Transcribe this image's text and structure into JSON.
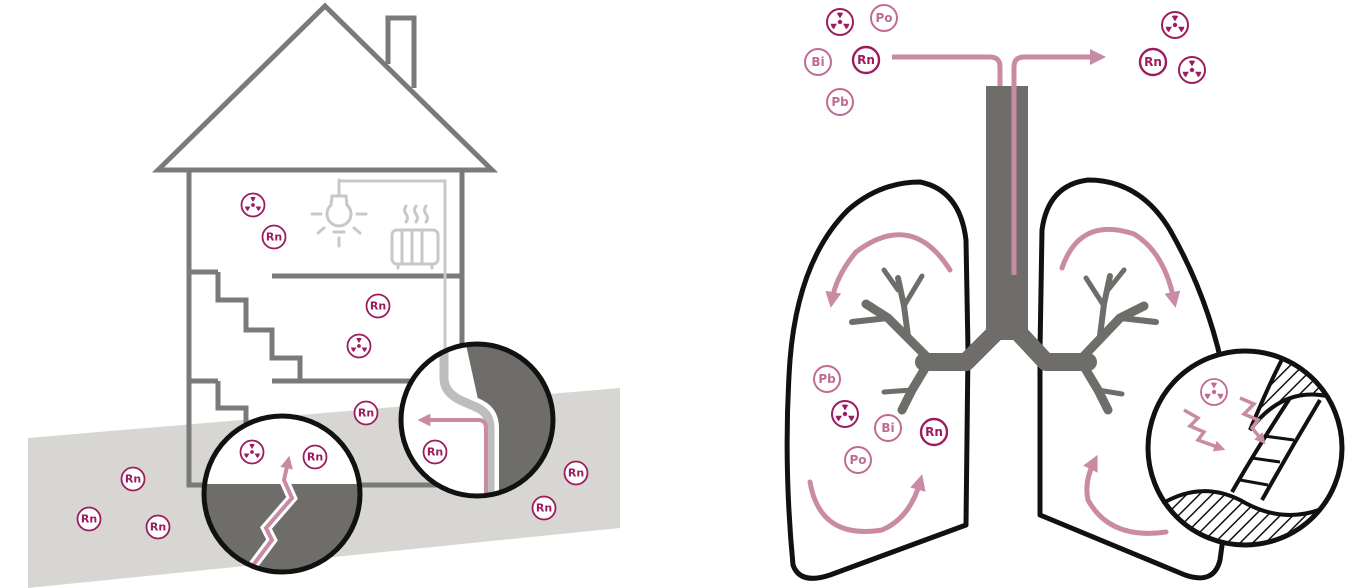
{
  "colors": {
    "particle_dark": "#9c1c5e",
    "particle_light": "#c06b93",
    "arrow_pink": "#c98aa4",
    "house_line": "#7a7a7a",
    "ground": "#d8d6d3",
    "soil_dark": "#6e6d69",
    "trachea": "#6e6d69",
    "outline": "#111111"
  },
  "labels": {
    "radon": "Rn",
    "lead": "Pb",
    "bismuth": "Bi",
    "polonium": "Po"
  },
  "icons": {
    "radiation": "radiation-symbol-icon",
    "lightbulb": "lightbulb-icon",
    "radiator": "radiator-icon",
    "dna": "dna-helix-icon"
  }
}
